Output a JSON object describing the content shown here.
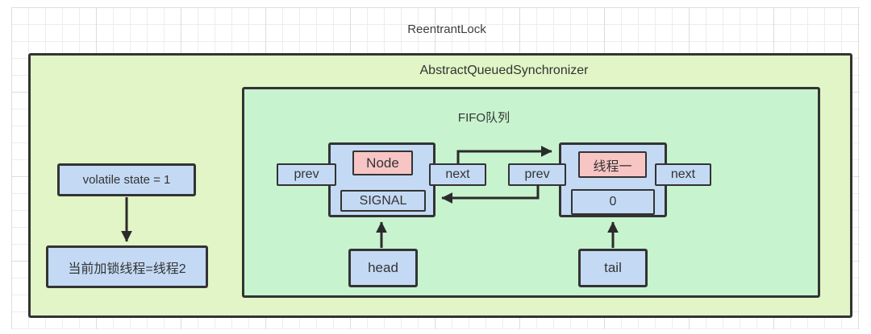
{
  "diagram": {
    "title": "ReentrantLock",
    "aqs": {
      "title": "AbstractQueuedSynchronizer",
      "state_box": "volatile state = 1",
      "owner_box": "当前加锁线程=线程2"
    },
    "fifo": {
      "title": "FIFO队列",
      "head_label": "head",
      "tail_label": "tail",
      "nodes": [
        {
          "title": "Node",
          "status": "SIGNAL",
          "prev_label": "prev",
          "next_label": "next"
        },
        {
          "title": "线程一",
          "status": "0",
          "prev_label": "prev",
          "next_label": "next"
        }
      ]
    },
    "colors": {
      "outer_fill": "#e1f5c6",
      "inner_fill": "#c7f3ce",
      "node_fill": "#c4daf4",
      "highlight_fill": "#f8c5c5",
      "border": "#333333",
      "arrow": "#2b2b2b",
      "grid_line": "#ededed"
    }
  }
}
